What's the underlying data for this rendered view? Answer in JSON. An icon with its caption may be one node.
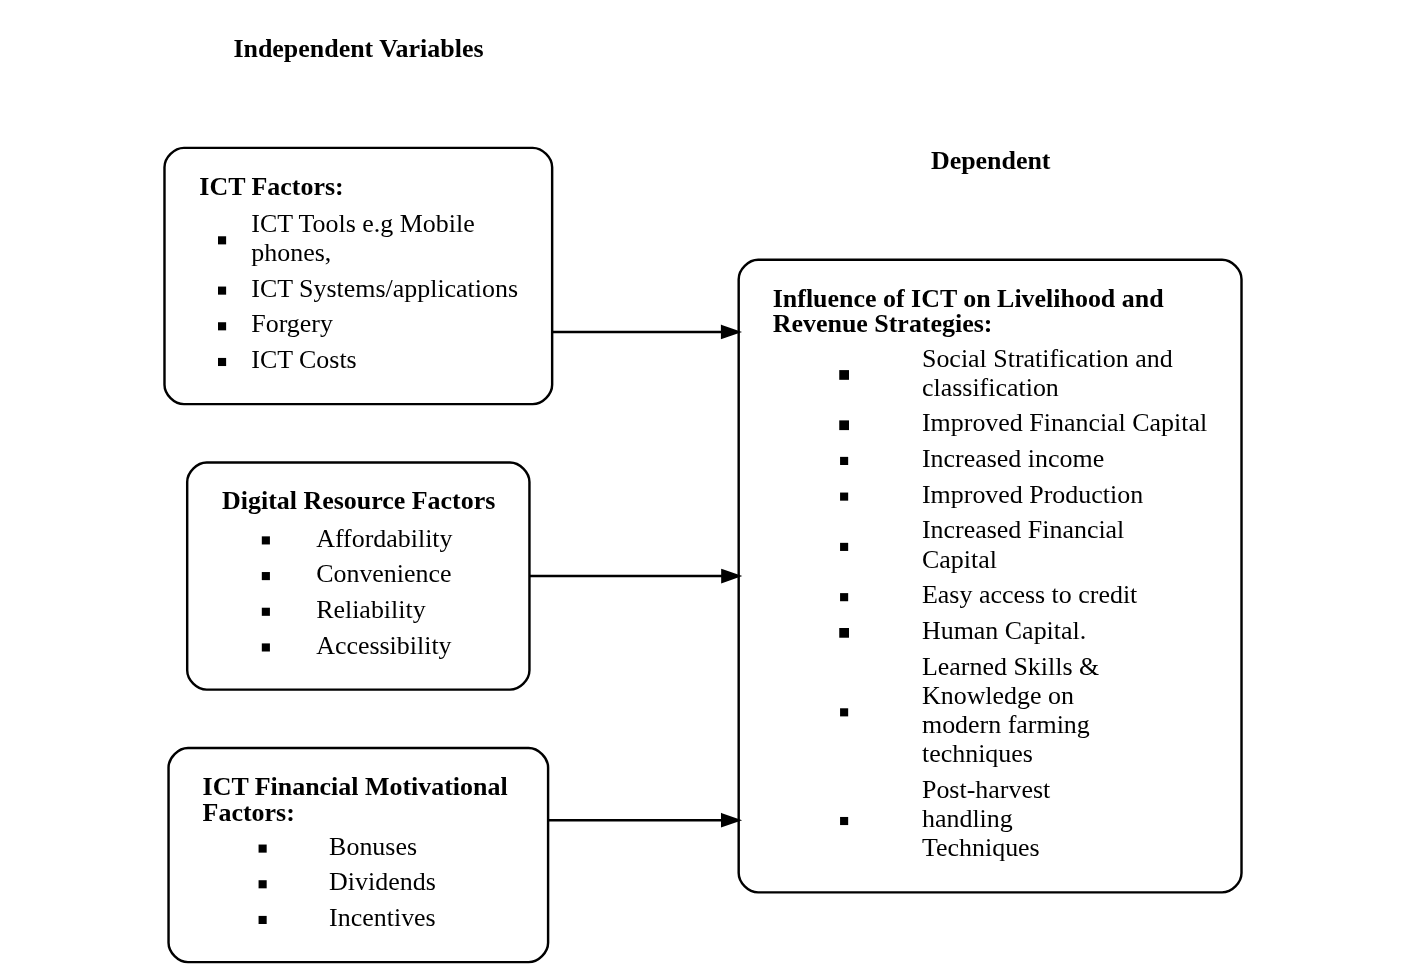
{
  "diagram": {
    "nodes": [
      {
        "text": [
          "ICT Factors:",
          "ICT Tools e.g Mobile phones,",
          "ICT Systems/applications",
          "Forgery",
          "ICT Costs"
        ]
      },
      {
        "text": [
          "Digital Resource Factors",
          "Affordability",
          "Convenience",
          "Reliability",
          "Accessibility"
        ]
      },
      {
        "text": [
          "ICT Financial Motivational Factors:",
          "Bonuses",
          "Dividends",
          "Incentives"
        ]
      },
      {
        "text": [
          "Influence of ICT on Livelihood and Revenue Strategies:",
          "Social Stratification and classification",
          "Improved Financial Capital",
          "Increased income",
          "Improved Production",
          "Increased Financial Capital",
          "Easy access to credit",
          "Human Capital.",
          "Learned Skills & Knowledge on modern farming techniques",
          "Post-harvest handling Techniques"
        ]
      }
    ],
    "edges": [
      {
        "from": 0,
        "to": 3,
        "arrow": "to"
      },
      {
        "from": 1,
        "to": 3,
        "arrow": "to"
      },
      {
        "from": 2,
        "to": 3,
        "arrow": "to"
      }
    ],
    "labels": [
      "Independent Variables",
      "Dependent"
    ]
  }
}
